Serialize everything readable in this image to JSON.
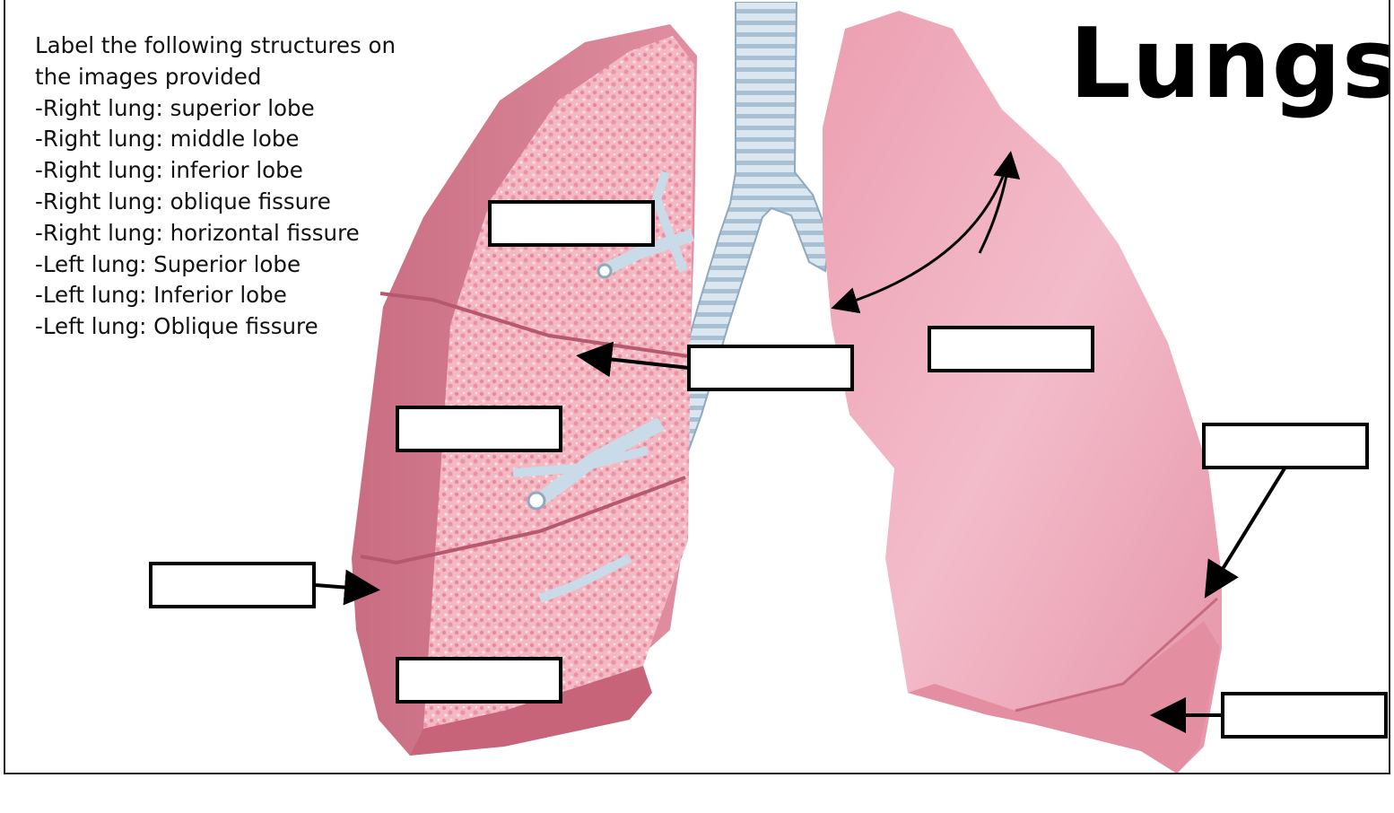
{
  "title": "Lungs",
  "instructions": {
    "heading": "Label the following structures on the images provided",
    "heading_line1": "Label the following structures on",
    "heading_line2": "the images provided",
    "items": [
      "-Right lung: superior lobe",
      "-Right lung: middle lobe",
      "-Right lung: inferior lobe",
      "-Right lung: oblique fissure",
      "-Right lung: horizontal fissure",
      "-Left lung: Superior lobe",
      "-Left lung: Inferior lobe",
      "-Left lung: Oblique fissure"
    ]
  },
  "label_boxes": [
    "",
    "",
    "",
    "",
    "",
    "",
    "",
    ""
  ],
  "colors": {
    "lung_pink": "#e79aa8",
    "lung_light": "#f2b9c4",
    "lung_shadow": "#c86e82",
    "airway": "#c9dbe8",
    "airway_line": "#8fa9bf",
    "outline": "#000000"
  }
}
